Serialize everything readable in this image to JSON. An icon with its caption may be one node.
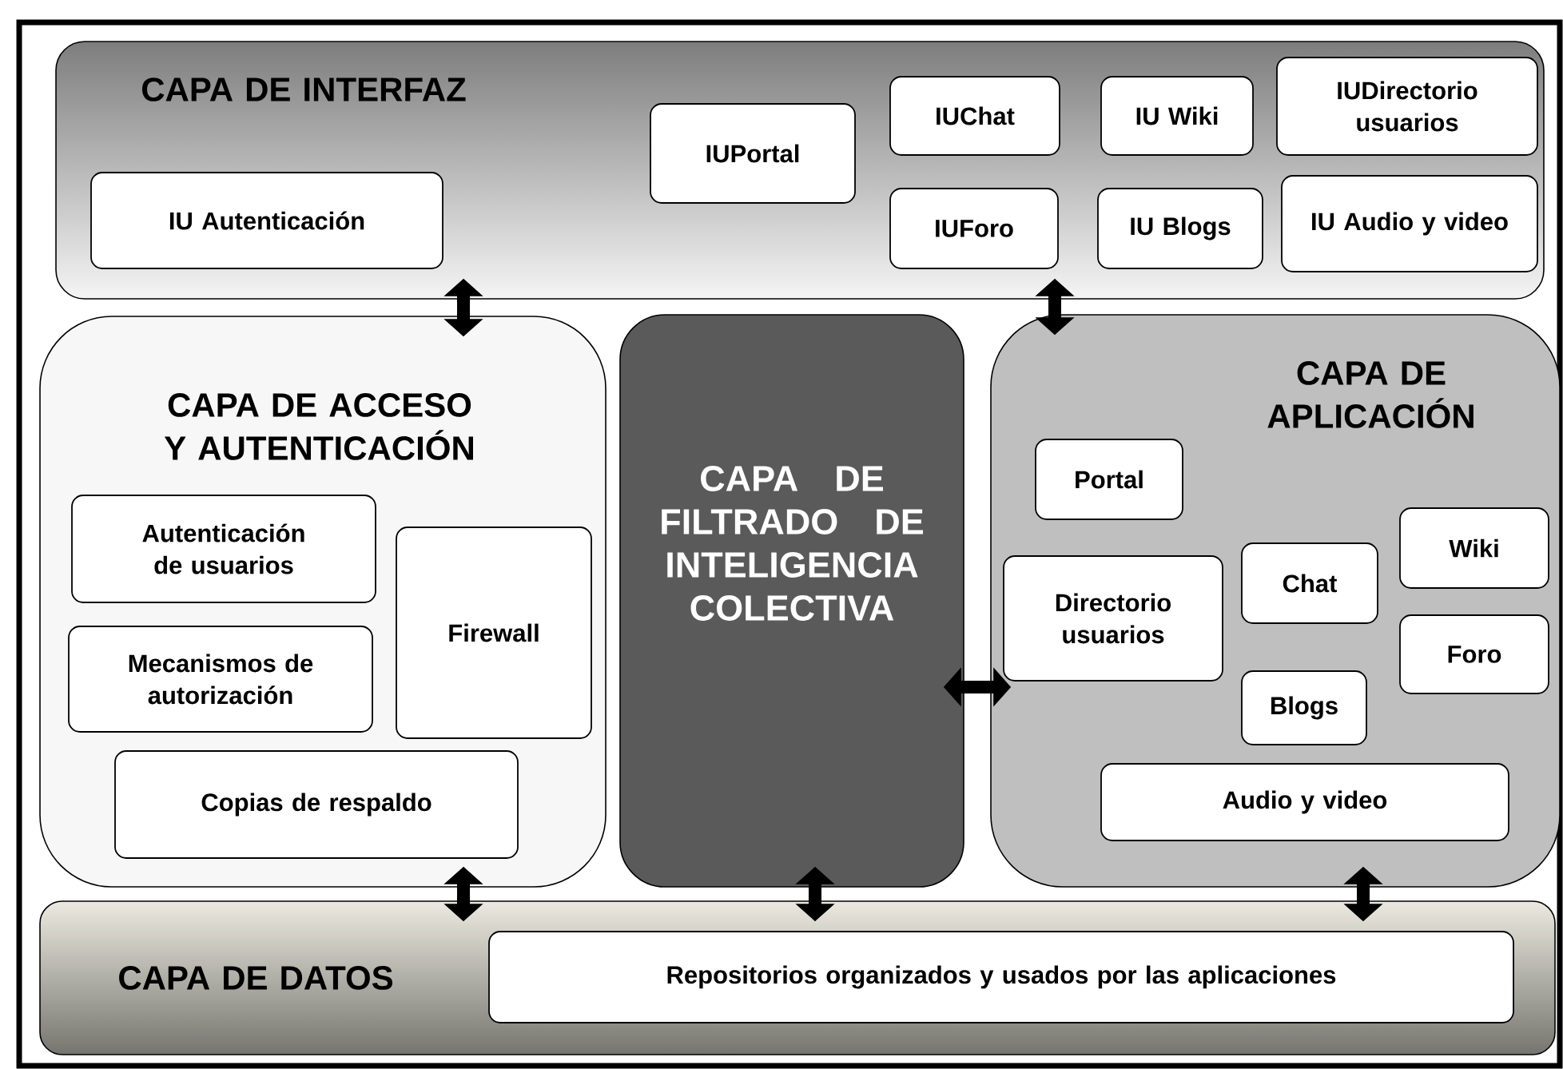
{
  "diagram": {
    "nodes": [
      {
        "text": [
          "CAPA DE INTERFAZ"
        ]
      },
      {
        "text": [
          "IU Autenticación"
        ],
        "in": 0
      },
      {
        "text": [
          "IUPortal"
        ],
        "in": 0
      },
      {
        "text": [
          "IUChat"
        ],
        "in": 0
      },
      {
        "text": [
          "IU Wiki"
        ],
        "in": 0
      },
      {
        "text": [
          "IUDirectorio usuarios"
        ],
        "in": 0
      },
      {
        "text": [
          "IUForo"
        ],
        "in": 0
      },
      {
        "text": [
          "IU Blogs"
        ],
        "in": 0
      },
      {
        "text": [
          "IU Audio y video"
        ],
        "in": 0
      },
      {
        "text": [
          "CAPA DE ACCESO Y AUTENTICACIÓN"
        ]
      },
      {
        "text": [
          "Autenticación de usuarios"
        ],
        "in": 9
      },
      {
        "text": [
          "Firewall"
        ],
        "in": 9
      },
      {
        "text": [
          "Mecanismos de autorización"
        ],
        "in": 9
      },
      {
        "text": [
          "Copias de respaldo"
        ],
        "in": 9
      },
      {
        "text": [
          "CAPA DE FILTRADO DE INTELIGENCIA COLECTIVA"
        ]
      },
      {
        "text": [
          "CAPA DE APLICACIÓN"
        ]
      },
      {
        "text": [
          "Portal"
        ],
        "in": 15
      },
      {
        "text": [
          "Directorio usuarios"
        ],
        "in": 15
      },
      {
        "text": [
          "Chat"
        ],
        "in": 15
      },
      {
        "text": [
          "Wiki"
        ],
        "in": 15
      },
      {
        "text": [
          "Foro"
        ],
        "in": 15
      },
      {
        "text": [
          "Blogs"
        ],
        "in": 15
      },
      {
        "text": [
          "Audio y video"
        ],
        "in": 15
      },
      {
        "text": [
          "CAPA DE DATOS"
        ]
      },
      {
        "text": [
          "Repositorios organizados y usados por las aplicaciones"
        ],
        "in": 23
      }
    ],
    "edges": [
      {
        "from": 0,
        "to": 9,
        "arrow": "both"
      },
      {
        "from": 0,
        "to": 15,
        "arrow": "both"
      },
      {
        "from": 14,
        "to": 15,
        "arrow": "both"
      },
      {
        "from": 9,
        "to": 23,
        "arrow": "both"
      },
      {
        "from": 14,
        "to": 23,
        "arrow": "both"
      },
      {
        "from": 15,
        "to": 23,
        "arrow": "both"
      }
    ]
  }
}
